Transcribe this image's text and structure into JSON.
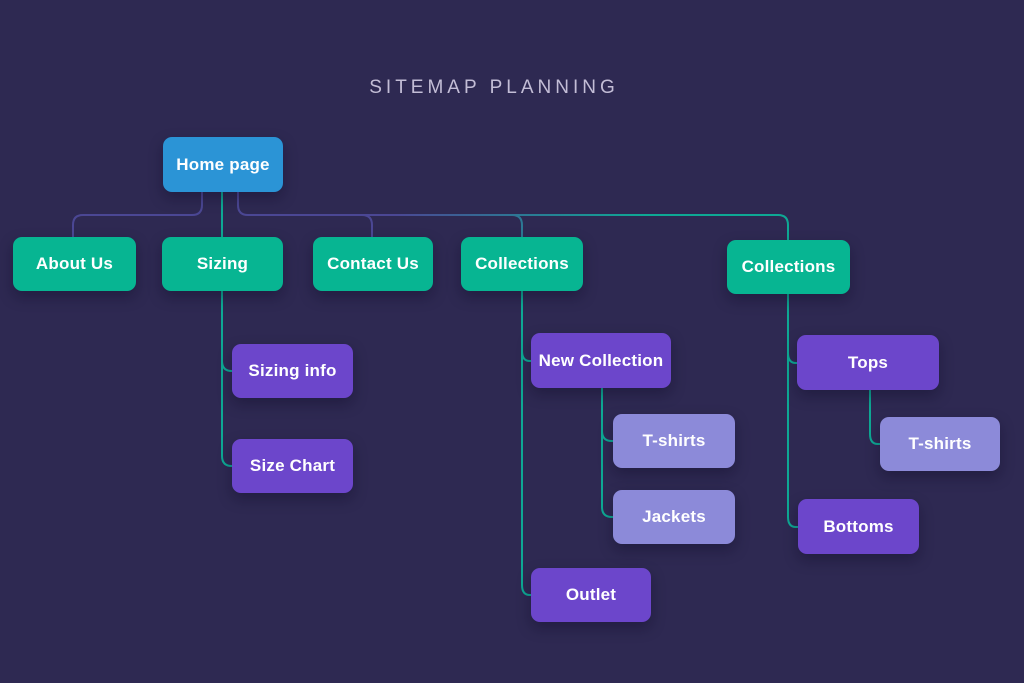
{
  "title": "SITEMAP PLANNING",
  "colors": {
    "bg": "#2e2952",
    "node_blue": "#2b94d6",
    "node_teal": "#07b592",
    "node_purple": "#6c46cb",
    "node_lilac": "#8c8ad9",
    "line_teal": "#0ea894",
    "line_purple": "#4b4794",
    "title_color": "#c3bdd6",
    "node_text": "#ffffff"
  },
  "nodes": {
    "home": {
      "label": "Home page"
    },
    "about": {
      "label": "About Us"
    },
    "sizing": {
      "label": "Sizing"
    },
    "contact": {
      "label": "Contact Us"
    },
    "collections_left": {
      "label": "Collections"
    },
    "collections_right": {
      "label": "Collections"
    },
    "sizing_info": {
      "label": "Sizing info"
    },
    "size_chart": {
      "label": "Size Chart"
    },
    "new_collection": {
      "label": "New Collection"
    },
    "tshirts_new": {
      "label": "T-shirts"
    },
    "jackets": {
      "label": "Jackets"
    },
    "outlet": {
      "label": "Outlet"
    },
    "tops": {
      "label": "Tops"
    },
    "tshirts_tops": {
      "label": "T-shirts"
    },
    "bottoms": {
      "label": "Bottoms"
    }
  }
}
